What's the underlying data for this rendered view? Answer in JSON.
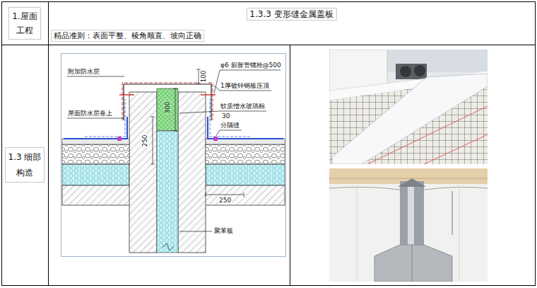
{
  "diagram": {
    "nodes": [
      {
        "text": [
          "1.屋面 工程"
        ]
      },
      {
        "text": [
          "1.3.3 变形缝金属盖板",
          "精品准则：表面平整、棱角顺直、坡向正确"
        ]
      },
      {
        "text": [
          "1.3 细部 构造"
        ]
      }
    ],
    "labels": [
      "附加防水层",
      "屋面防水层卷上",
      "φ6 膨胀管螺栓@500",
      "100",
      "1厚镀锌钢板压顶",
      "软质憎水玻璃棉",
      "30",
      "分隔缝",
      "300",
      "250",
      "250",
      "聚苯板"
    ]
  }
}
